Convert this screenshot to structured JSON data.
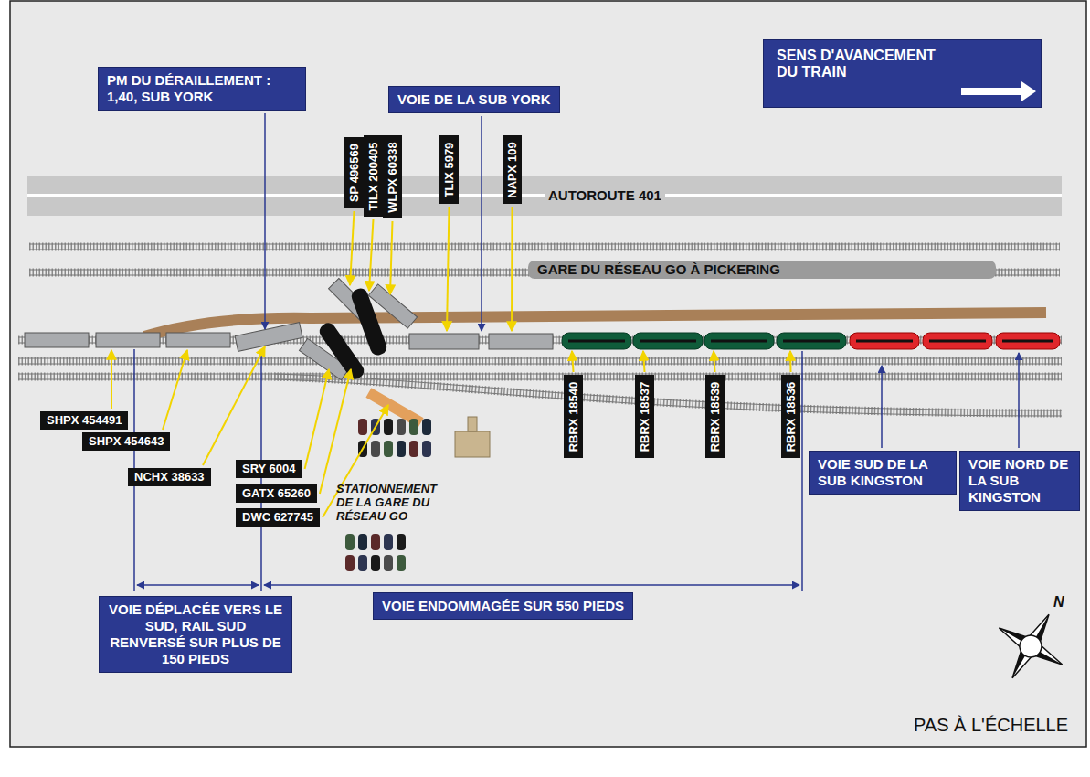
{
  "diagram": {
    "nodes": [
      {
        "text": [
          "PM DU DÉRAILLEMENT : 1,40, SUB YORK"
        ]
      },
      {
        "text": [
          "VOIE DE LA SUB YORK"
        ]
      },
      {
        "text": [
          "SENS D'AVANCEMENT DU TRAIN"
        ]
      },
      {
        "text": [
          "SP 496569"
        ]
      },
      {
        "text": [
          "TILX 200405"
        ]
      },
      {
        "text": [
          "WLPX 60338"
        ]
      },
      {
        "text": [
          "TLIX 5979"
        ]
      },
      {
        "text": [
          "NAPX 109"
        ]
      },
      {
        "text": [
          "GARE DU RÉSEAU GO À PICKERING"
        ]
      },
      {
        "text": [
          "SHPX 454491"
        ]
      },
      {
        "text": [
          "SHPX 454643"
        ]
      },
      {
        "text": [
          "NCHX 38633"
        ]
      },
      {
        "text": [
          "SRY 6004"
        ]
      },
      {
        "text": [
          "GATX 65260"
        ]
      },
      {
        "text": [
          "DWC 627745"
        ]
      },
      {
        "text": [
          "RBRX 18540"
        ]
      },
      {
        "text": [
          "RBRX 18537"
        ]
      },
      {
        "text": [
          "RBRX 18539"
        ]
      },
      {
        "text": [
          "RBRX 18536"
        ]
      },
      {
        "text": [
          "VOIE SUD DE LA SUB KINGSTON"
        ]
      },
      {
        "text": [
          "VOIE NORD DE LA SUB KINGSTON"
        ]
      },
      {
        "text": [
          "VOIE DÉPLACÉE VERS LE SUD, RAIL SUD RENVERSÉ SUR PLUS DE 150 PIEDS"
        ]
      },
      {
        "text": [
          "VOIE ENDOMMAGÉE SUR 550 PIEDS"
        ]
      }
    ],
    "labels": [
      "AUTOROUTE 401",
      "STATIONNEMENT DE LA GARE DU RÉSEAU GO",
      "PAS À L'ÉCHELLE",
      "N"
    ]
  }
}
